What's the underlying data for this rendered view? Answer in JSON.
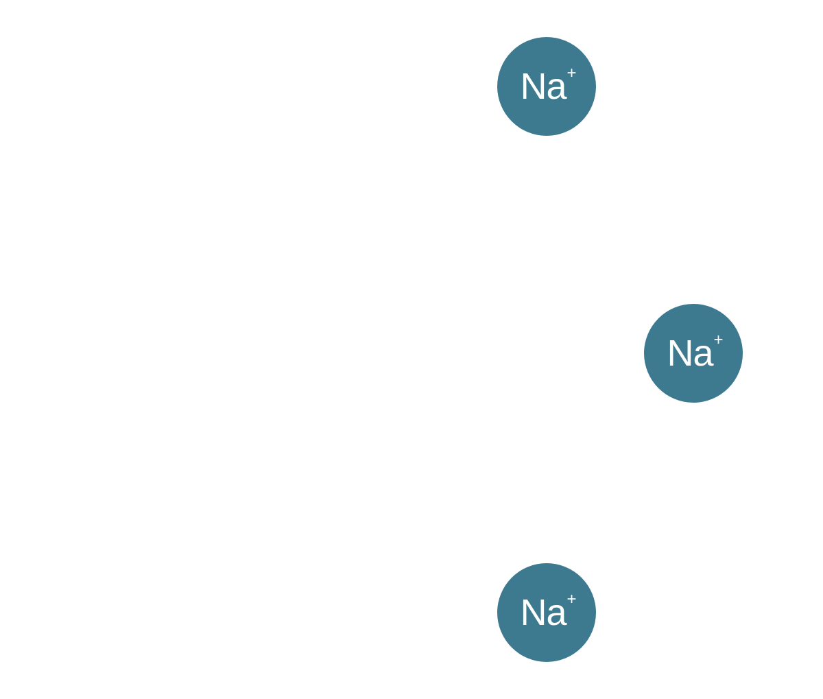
{
  "ion_color": "#3e7a8f",
  "ions": [
    {
      "symbol": "Na",
      "charge": "+"
    },
    {
      "symbol": "Na",
      "charge": "+"
    },
    {
      "symbol": "Na",
      "charge": "+"
    }
  ]
}
